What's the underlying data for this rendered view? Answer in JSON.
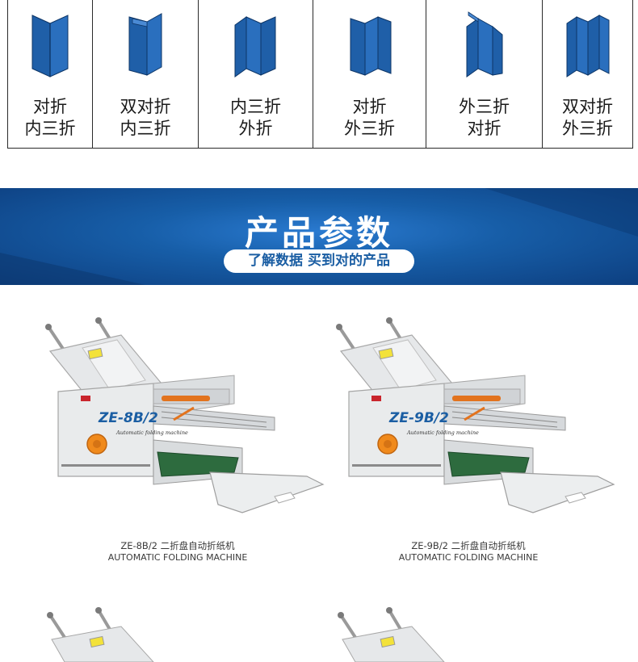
{
  "fold_types": [
    {
      "line1": "对折",
      "line2": "内三折",
      "icon": "half-fold-icon"
    },
    {
      "line1": "双对折",
      "line2": "内三折",
      "icon": "double-parallel-fold-icon"
    },
    {
      "line1": "内三折",
      "line2": "外折",
      "icon": "letter-fold-icon"
    },
    {
      "line1": "对折",
      "line2": "外三折",
      "icon": "z-fold-icon"
    },
    {
      "line1": "外三折",
      "line2": "对折",
      "icon": "accordion-fold-icon"
    },
    {
      "line1": "双对折",
      "line2": "外三折",
      "icon": "double-accordion-fold-icon"
    }
  ],
  "banner": {
    "title": "产品参数",
    "subtitle": "了解数据 买到对的产品"
  },
  "products": [
    {
      "name": "ZE-8B/2 二折盘自动折纸机",
      "subtitle": "AUTOMATIC FOLDING MACHINE",
      "model_label": "ZE-8B/2",
      "machine_caption": "Automatic folding machine"
    },
    {
      "name": "ZE-9B/2 二折盘自动折纸机",
      "subtitle": "AUTOMATIC FOLDING MACHINE",
      "model_label": "ZE-9B/2",
      "machine_caption": "Automatic folding machine"
    }
  ],
  "colors": {
    "fold_blue": "#1f5fa8",
    "fold_blue_dark": "#103f7a",
    "banner_blue": "#175ea8",
    "knob_orange": "#f08a1c"
  }
}
